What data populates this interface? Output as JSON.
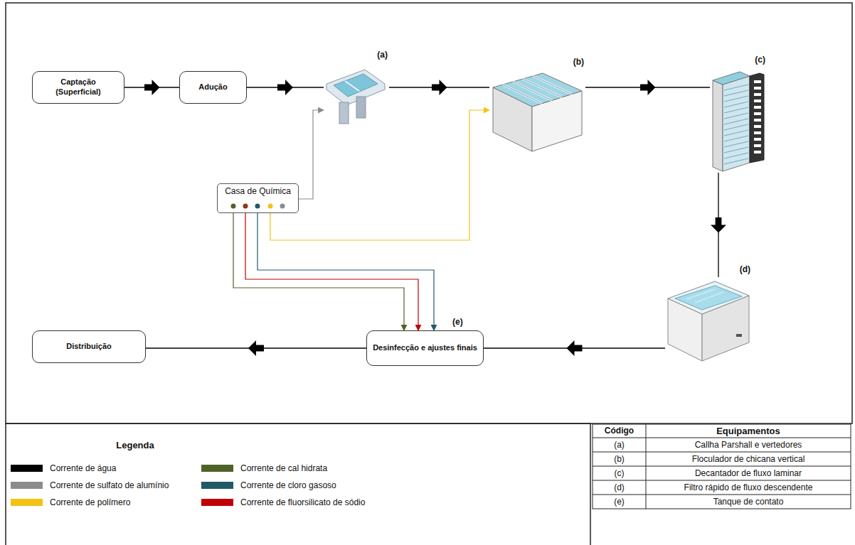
{
  "diagram": {
    "nodes": [
      {
        "text": [
          "Captação (Superficial)"
        ]
      },
      {
        "text": [
          "Adução"
        ]
      },
      {
        "text": [
          "(a)"
        ]
      },
      {
        "text": [
          "(b)"
        ]
      },
      {
        "text": [
          "(c)"
        ]
      },
      {
        "text": [
          "Casa de Química"
        ]
      },
      {
        "text": [
          "(d)"
        ]
      },
      {
        "text": [
          "Distribuição"
        ]
      },
      {
        "text": [
          "(e)",
          "Desinfecção e ajustes finais"
        ]
      }
    ],
    "edges": [
      {
        "from": 0,
        "to": 1,
        "arrow": "to"
      },
      {
        "from": 1,
        "to": 2,
        "arrow": "to"
      },
      {
        "from": 2,
        "to": 3,
        "arrow": "to"
      },
      {
        "from": 3,
        "to": 4,
        "arrow": "to"
      },
      {
        "from": 4,
        "to": 6,
        "arrow": "to"
      },
      {
        "from": 6,
        "to": 8,
        "arrow": "to"
      },
      {
        "from": 8,
        "to": 7,
        "arrow": "to"
      },
      {
        "from": 5,
        "to": 2,
        "arrow": "to"
      },
      {
        "from": 5,
        "to": 3,
        "arrow": "to"
      },
      {
        "from": 5,
        "to": 8,
        "arrow": "to"
      },
      {
        "from": 5,
        "to": 8,
        "arrow": "to"
      },
      {
        "from": 5,
        "to": 8,
        "arrow": "to"
      }
    ],
    "labels": [
      "Legenda",
      "Código",
      "Equipamentos",
      "(a)",
      "Callha Parshall e vertedores",
      "(b)",
      "Floculador de chicana vertical",
      "(c)",
      "Decantador de fluxo laminar",
      "(d)",
      "Filtro rápido de fluxo descendente",
      "(e)",
      "Tanque de contato"
    ],
    "legend": [
      {
        "text": "Corrente de água",
        "color": "#000000"
      },
      {
        "text": "Corrente de cal hidrata",
        "color": "#4f6228"
      },
      {
        "text": "Corrente de sulfato  de alumínio",
        "color": "#8c8c8c"
      },
      {
        "text": "Corrente de cloro gasoso",
        "color": "#215967"
      },
      {
        "text": "Corrente de polímero",
        "color": "#f2c314"
      },
      {
        "text": "Corrente de fluorsilicato  de sódio",
        "color": "#c00000"
      }
    ]
  }
}
